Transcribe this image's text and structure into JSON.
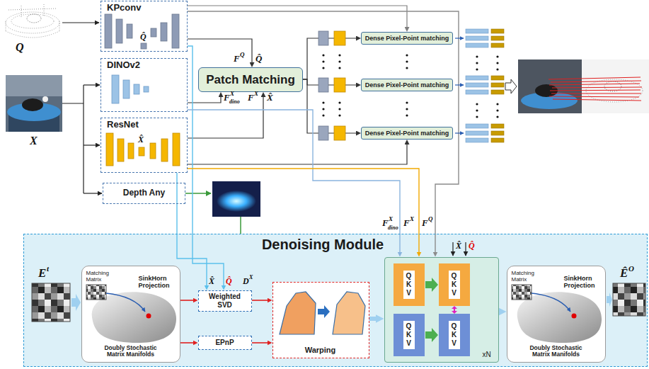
{
  "diagram": {
    "nodes": [
      {
        "text": [
          "KPconv"
        ]
      },
      {
        "text": [
          "DINOv2"
        ]
      },
      {
        "text": [
          "ResNet"
        ]
      },
      {
        "text": [
          "Depth Any"
        ]
      },
      {
        "text": [
          "Patch Matching"
        ]
      },
      {
        "text": [
          "Dense Pixel-Point matching"
        ]
      },
      {
        "text": [
          "Dense Pixel-Point matching"
        ]
      },
      {
        "text": [
          "Dense Pixel-Point matching"
        ]
      },
      {
        "text": [
          "Denoising Module"
        ]
      },
      {
        "text": [
          "Matching Matrix",
          "SinkHorn Projection",
          "Doubly Stochastic Matrix Manifolds"
        ],
        "in": 8
      },
      {
        "text": [
          "Weighted SVD"
        ],
        "in": 8
      },
      {
        "text": [
          "EPnP"
        ],
        "in": 8
      },
      {
        "text": [
          "Warping"
        ],
        "in": 8
      },
      {
        "text": [
          "xN"
        ],
        "in": 8
      },
      {
        "text": [
          "Q K V"
        ],
        "in": 13
      },
      {
        "text": [
          "Q K V"
        ],
        "in": 13
      },
      {
        "text": [
          "Q K V"
        ],
        "in": 13
      },
      {
        "text": [
          "Q K V"
        ],
        "in": 13
      },
      {
        "text": [
          "Matching Matrix",
          "SinkHorn Projection",
          "Doubly Stochastic Matrix Manifolds"
        ],
        "in": 8
      }
    ],
    "edges": [
      {
        "from": 0,
        "to": 4,
        "arrow": "to"
      },
      {
        "from": 1,
        "to": 4,
        "arrow": "to"
      },
      {
        "from": 2,
        "to": 4,
        "arrow": "to"
      },
      {
        "from": 4,
        "to": 5,
        "arrow": "to"
      },
      {
        "from": 4,
        "to": 6,
        "arrow": "to"
      },
      {
        "from": 4,
        "to": 7,
        "arrow": "to"
      },
      {
        "from": 0,
        "to": 5,
        "arrow": "to"
      },
      {
        "from": 2,
        "to": 7,
        "arrow": "to"
      },
      {
        "from": 0,
        "to": 10,
        "arrow": "to"
      },
      {
        "from": 2,
        "to": 10,
        "arrow": "to"
      },
      {
        "from": 1,
        "to": 13,
        "arrow": "to"
      },
      {
        "from": 2,
        "to": 13,
        "arrow": "to"
      },
      {
        "from": 0,
        "to": 13,
        "arrow": "to"
      },
      {
        "from": 9,
        "to": 10,
        "arrow": "to"
      },
      {
        "from": 9,
        "to": 11,
        "arrow": "to"
      },
      {
        "from": 10,
        "to": 12,
        "arrow": "to"
      },
      {
        "from": 11,
        "to": 12,
        "arrow": "to"
      },
      {
        "from": 12,
        "to": 13,
        "arrow": "to"
      },
      {
        "from": 13,
        "to": 18,
        "arrow": "to"
      }
    ],
    "labels": [
      "Q",
      "X",
      "Q̂",
      "X̂",
      "F",
      "Q",
      "Q̂",
      "F",
      "X",
      "dino",
      "F",
      "X",
      "X̂",
      "E",
      "t",
      "X̂",
      "Q̂",
      "D",
      "X",
      "F",
      "X",
      "dino",
      "F",
      "X",
      "F",
      "Q",
      "X̂",
      "Q̂",
      "Ê",
      "O"
    ]
  }
}
